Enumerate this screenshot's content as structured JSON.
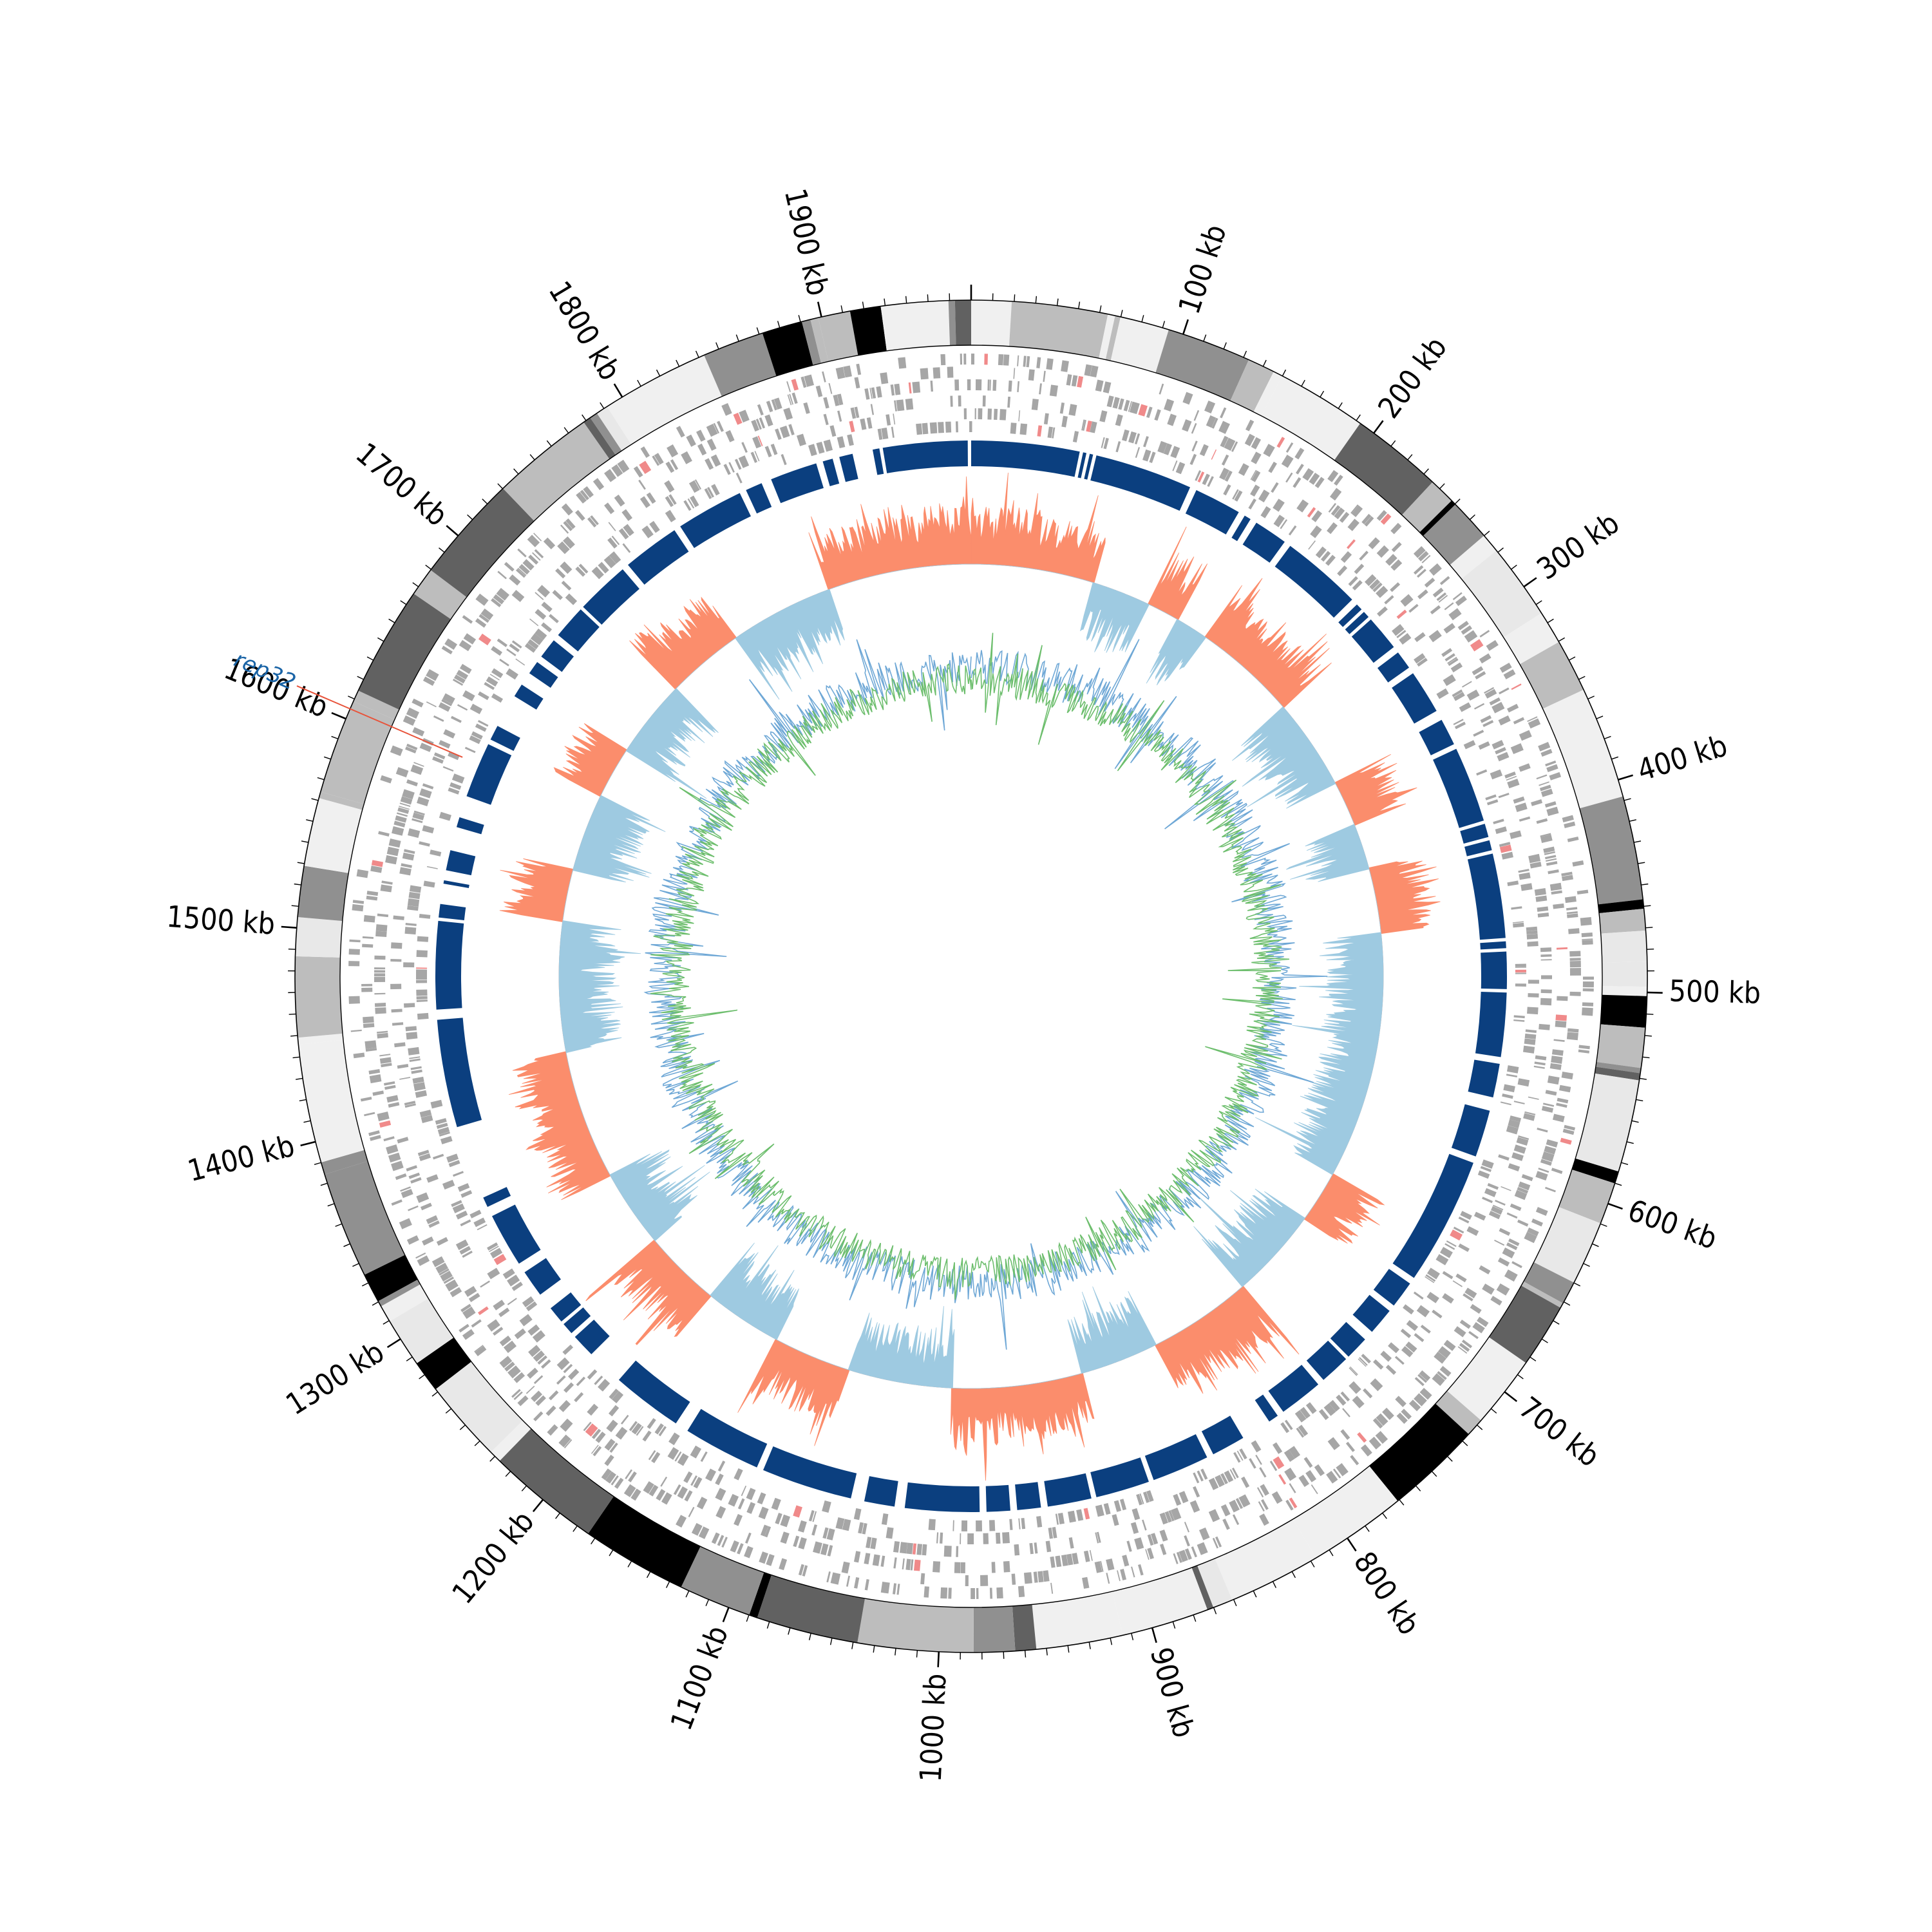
{
  "genome": {
    "size_kb": 1970,
    "major_tick_interval_kb": 100,
    "minor_tick_interval_kb": 10,
    "tick_labels": [
      "100 kb",
      "200 kb",
      "300 kb",
      "400 kb",
      "500 kb",
      "600 kb",
      "700 kb",
      "800 kb",
      "900 kb",
      "1000 kb",
      "1100 kb",
      "1200 kb",
      "1300 kb",
      "1400 kb",
      "1500 kb",
      "1600 kb",
      "1700 kb",
      "1800 kb",
      "1900 kb"
    ]
  },
  "annotation": {
    "label": "rep32",
    "position_kb": 1605,
    "color": "#1a64a6",
    "line_color": "#e8533a"
  },
  "colors": {
    "band_shades": [
      "#000000",
      "#616161",
      "#bdbdbd",
      "#f0f0f0",
      "#e8e8e8",
      "#909090"
    ],
    "feature_gray": "#a6a6a6",
    "feature_red": "#f08a8a",
    "blocks_blue": "#0b3f7f",
    "skew_positive": "#fb8d6c",
    "skew_negative": "#9ecae1",
    "gc_blue": "#6fa8d6",
    "gc_green": "#6dbe6d"
  }
}
